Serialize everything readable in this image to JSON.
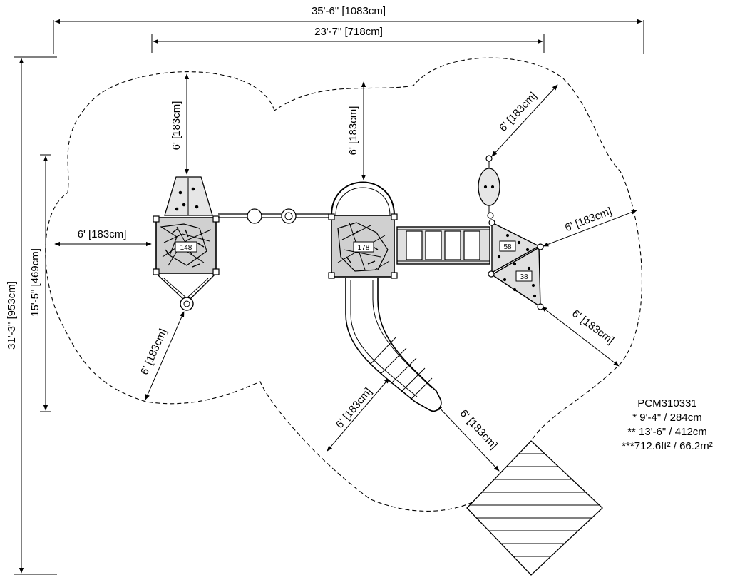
{
  "drawing": {
    "model": "PCM310331",
    "notes": [
      "* 9'-4\" / 284cm",
      "** 13'-6\" / 412cm",
      "***712.6ft² / 66.2m²"
    ]
  },
  "dimensions": {
    "overall_width": "35'-6\" [1083cm]",
    "structure_width": "23'-7\" [718cm]",
    "overall_depth": "31'-3\" [953cm]",
    "structure_depth": "15'-5\" [469cm]",
    "clearance_left": "6' [183cm]",
    "clearance_left_top": "6' [183cm]",
    "clearance_center_top": "6' [183cm]",
    "clearance_top_right": "6' [183cm]",
    "clearance_right": "6' [183cm]",
    "clearance_right_lower": "6' [183cm]",
    "clearance_lower_left": "6' [183cm]",
    "clearance_slide_left": "6' [183cm]",
    "clearance_slide_right": "6' [183cm]"
  },
  "components": {
    "left_deck": "148",
    "center_deck": "178",
    "right_panel_upper": "58",
    "right_panel_lower": "38"
  },
  "colors": {
    "line": "#000000",
    "panel_fill": "#d9d9d9",
    "background": "#ffffff"
  }
}
